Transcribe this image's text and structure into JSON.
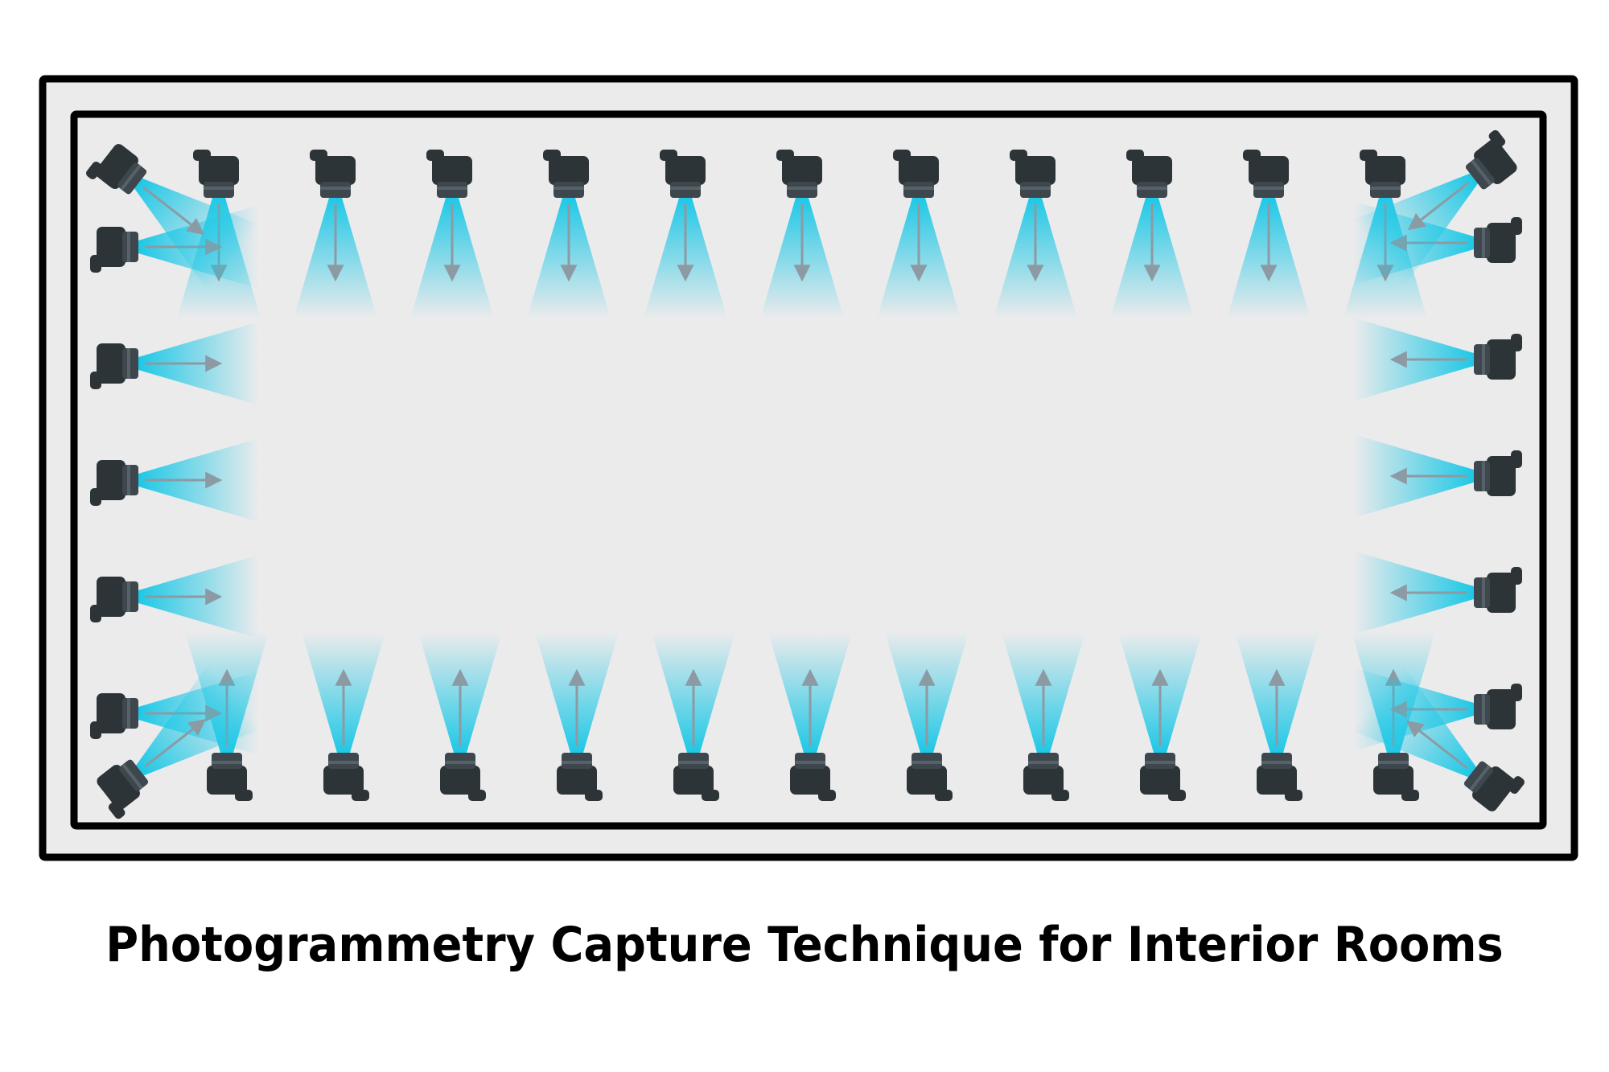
{
  "caption": "Photogrammetry Capture Technique for Interior Rooms",
  "colors": {
    "background": "#ffffff",
    "room_fill": "#ebebec",
    "wall_stroke": "#000000",
    "camera_body": "#2d3438",
    "camera_lens": "#3d474d",
    "view_cone": "#1ec8e6",
    "direction_arrow": "#8c9aa3"
  },
  "cameras": {
    "top_wall_facing": "down",
    "bottom_wall_facing": "up",
    "left_wall_facing": "right",
    "right_wall_facing": "left",
    "corner_cameras_facing": "diagonal into room",
    "count_top": 11,
    "count_bottom": 11,
    "count_left": 5,
    "count_right": 5,
    "count_corner": 4
  }
}
